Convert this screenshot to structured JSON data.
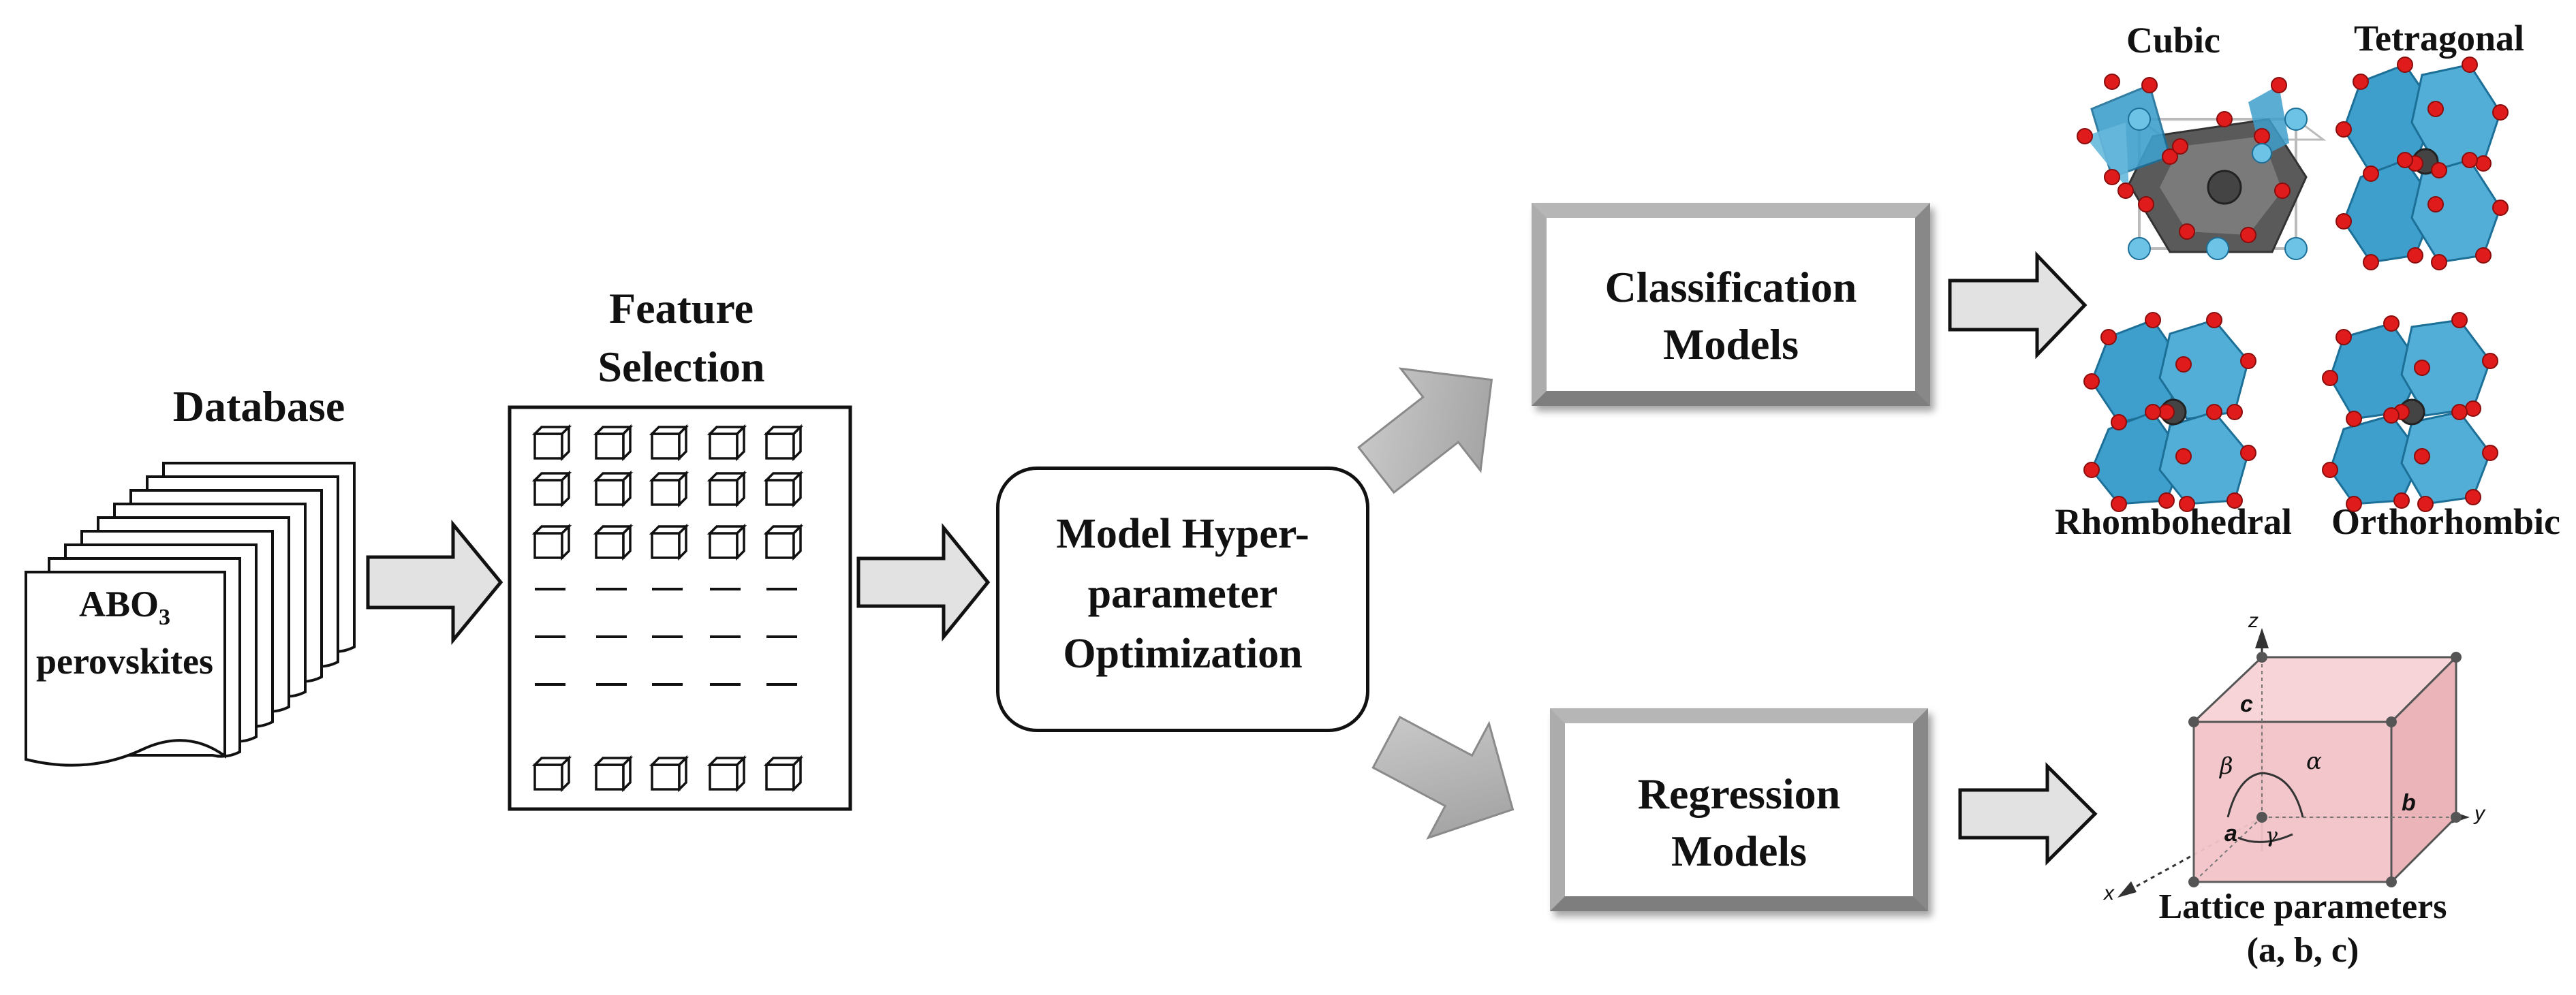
{
  "database": {
    "title": "Database",
    "doc_line1": "ABO",
    "doc_sub": "3",
    "doc_line2": "perovskites"
  },
  "feature_selection": {
    "title_line1": "Feature",
    "title_line2": "Selection"
  },
  "optimization": {
    "line1": "Model Hyper-",
    "line2": "parameter",
    "line3": "Optimization"
  },
  "classification": {
    "line1": "Classification",
    "line2": "Models"
  },
  "regression": {
    "line1": "Regression",
    "line2": "Models"
  },
  "crystal_systems": {
    "cubic": "Cubic",
    "tetragonal": "Tetragonal",
    "rhombohedral": "Rhombohedral",
    "orthorhombic": "Orthorhombic"
  },
  "lattice": {
    "caption_line1": "Lattice parameters",
    "caption_line2": "(a, b, c)",
    "axis_x": "x",
    "axis_y": "y",
    "axis_z": "z",
    "edge_a": "a",
    "edge_b": "b",
    "edge_c": "c",
    "angle_alpha": "α",
    "angle_beta": "β",
    "angle_gamma": "γ"
  },
  "colors": {
    "octahedron": "#3f9fcc",
    "oxygen": "#e01b1b",
    "cation": "#444444",
    "arrow_fill": "#d9d9d9",
    "lattice_face": "#f2c4c8"
  }
}
